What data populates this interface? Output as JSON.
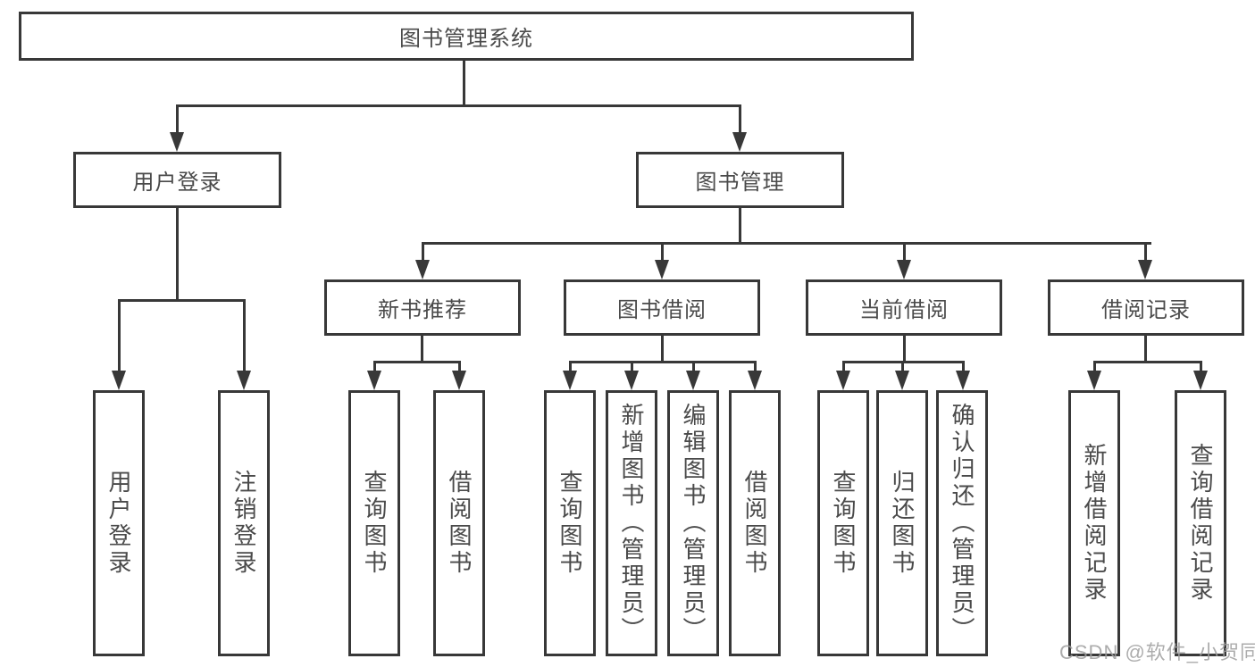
{
  "diagram": {
    "root": {
      "label": "图书管理系统"
    },
    "level2": [
      {
        "label": "用户登录"
      },
      {
        "label": "图书管理"
      }
    ],
    "level3": [
      {
        "label": "新书推荐"
      },
      {
        "label": "图书借阅"
      },
      {
        "label": "当前借阅"
      },
      {
        "label": "借阅记录"
      }
    ],
    "leaves": {
      "login": [
        {
          "label": "用户登录"
        },
        {
          "label": "注销登录"
        }
      ],
      "new_book": [
        {
          "label": "查询图书"
        },
        {
          "label": "借阅图书"
        }
      ],
      "book_borrow": [
        {
          "label": "查询图书"
        },
        {
          "label": "新增图书（管理员）"
        },
        {
          "label": "编辑图书（管理员）"
        },
        {
          "label": "借阅图书"
        }
      ],
      "current_borrow": [
        {
          "label": "查询图书"
        },
        {
          "label": "归还图书"
        },
        {
          "label": "确认归还（管理员）"
        }
      ],
      "borrow_records": [
        {
          "label": "新增借阅记录"
        },
        {
          "label": "查询借阅记录"
        }
      ]
    }
  },
  "watermark": {
    "text": "CSDN @软件_小贺同学"
  },
  "colors": {
    "line": "#383838",
    "box_border": "#383838",
    "text": "#4a4a4a",
    "watermark": "#9e9e9e",
    "background": "#ffffff"
  }
}
